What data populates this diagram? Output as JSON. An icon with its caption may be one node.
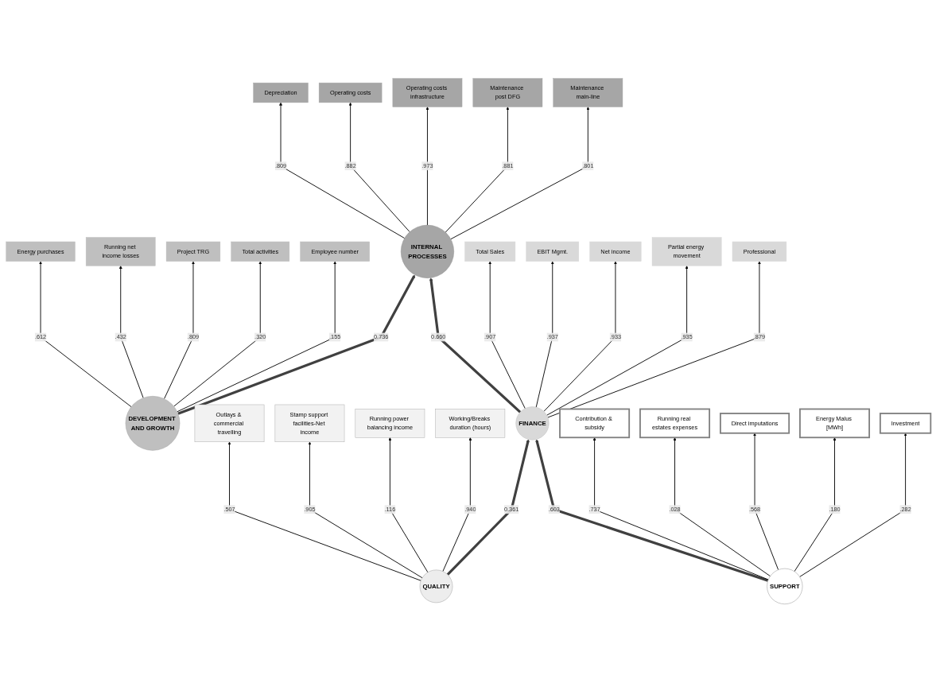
{
  "diagram": {
    "nodes": [
      {
        "text": [
          "Depreciation"
        ]
      },
      {
        "text": [
          "Operating costs"
        ]
      },
      {
        "text": [
          "Operating costs infrastructure"
        ]
      },
      {
        "text": [
          "Maintenance post DFG"
        ]
      },
      {
        "text": [
          "Maintenance main-line"
        ]
      },
      {
        "text": [
          "INTERNAL PROCESSES"
        ]
      },
      {
        "text": [
          "Total Sales"
        ]
      },
      {
        "text": [
          "Energy purchases"
        ]
      },
      {
        "text": [
          "Running net income losses"
        ]
      },
      {
        "text": [
          "EBIT Mgmt."
        ]
      },
      {
        "text": [
          "Project TRG"
        ]
      },
      {
        "text": [
          "DEVELOPMENT AND GROWTH"
        ]
      },
      {
        "text": [
          "FINANCE"
        ]
      },
      {
        "text": [
          "Net income"
        ]
      },
      {
        "text": [
          "Total activities"
        ]
      },
      {
        "text": [
          "Partial energy movement"
        ]
      },
      {
        "text": [
          "Employee number"
        ]
      },
      {
        "text": [
          "Professional"
        ]
      },
      {
        "text": [
          "Contribution & subsidy"
        ]
      },
      {
        "text": [
          "Outlays & commercial travelling"
        ]
      },
      {
        "text": [
          "Running real estates expenses"
        ]
      },
      {
        "text": [
          "Stamp support facilities-Net income"
        ]
      },
      {
        "text": [
          "QUALITY"
        ]
      },
      {
        "text": [
          "SUPPORT"
        ]
      },
      {
        "text": [
          "Direct imputations"
        ]
      },
      {
        "text": [
          "Running power balancing income"
        ]
      },
      {
        "text": [
          "Energy Malus [MWh]"
        ]
      },
      {
        "text": [
          "Working/Breaks duration (hours)"
        ]
      },
      {
        "text": [
          "Investment"
        ]
      }
    ],
    "edges": [
      {
        "from": 5,
        "to": 0,
        "arrow": "to",
        "label": ".809"
      },
      {
        "from": 5,
        "to": 1,
        "arrow": "to",
        "label": ".882"
      },
      {
        "from": 5,
        "to": 2,
        "arrow": "to",
        "label": ".973"
      },
      {
        "from": 5,
        "to": 3,
        "arrow": "to",
        "label": ".881"
      },
      {
        "from": 5,
        "to": 4,
        "arrow": "to",
        "label": ".801"
      },
      {
        "from": 11,
        "to": 5,
        "arrow": "to",
        "label": "0.736",
        "style": "thick",
        "color": "#404040"
      },
      {
        "from": 12,
        "to": 5,
        "arrow": "to",
        "label": "0.660",
        "style": "thick",
        "color": "#404040"
      },
      {
        "from": 11,
        "to": 7,
        "arrow": "to",
        "label": ".612"
      },
      {
        "from": 11,
        "to": 8,
        "arrow": "to",
        "label": ".432"
      },
      {
        "from": 11,
        "to": 10,
        "arrow": "to",
        "label": ".809"
      },
      {
        "from": 11,
        "to": 14,
        "arrow": "to",
        "label": ".320"
      },
      {
        "from": 11,
        "to": 16,
        "arrow": "to",
        "label": ".155"
      },
      {
        "from": 12,
        "to": 6,
        "arrow": "to",
        "label": ".907"
      },
      {
        "from": 12,
        "to": 9,
        "arrow": "to",
        "label": ".937"
      },
      {
        "from": 12,
        "to": 13,
        "arrow": "to",
        "label": ".933"
      },
      {
        "from": 12,
        "to": 15,
        "arrow": "to",
        "label": ".935"
      },
      {
        "from": 12,
        "to": 17,
        "arrow": "to",
        "label": ".879"
      },
      {
        "from": 22,
        "to": 12,
        "arrow": "to",
        "label": "0.361",
        "style": "thick",
        "color": "#404040"
      },
      {
        "from": 23,
        "to": 12,
        "arrow": "to",
        "label": ".603",
        "style": "thick",
        "color": "#404040"
      },
      {
        "from": 22,
        "to": 19,
        "arrow": "to",
        "label": ".507"
      },
      {
        "from": 22,
        "to": 21,
        "arrow": "to",
        "label": ".905"
      },
      {
        "from": 22,
        "to": 25,
        "arrow": "to",
        "label": ".116"
      },
      {
        "from": 22,
        "to": 27,
        "arrow": "to",
        "label": ".940"
      },
      {
        "from": 23,
        "to": 18,
        "arrow": "to",
        "label": ".737"
      },
      {
        "from": 23,
        "to": 20,
        "arrow": "to",
        "label": ".028"
      },
      {
        "from": 23,
        "to": 24,
        "arrow": "to",
        "label": ".568"
      },
      {
        "from": 23,
        "to": 26,
        "arrow": "to",
        "label": ".180"
      },
      {
        "from": 23,
        "to": 28,
        "arrow": "to",
        "label": ".282"
      }
    ]
  }
}
